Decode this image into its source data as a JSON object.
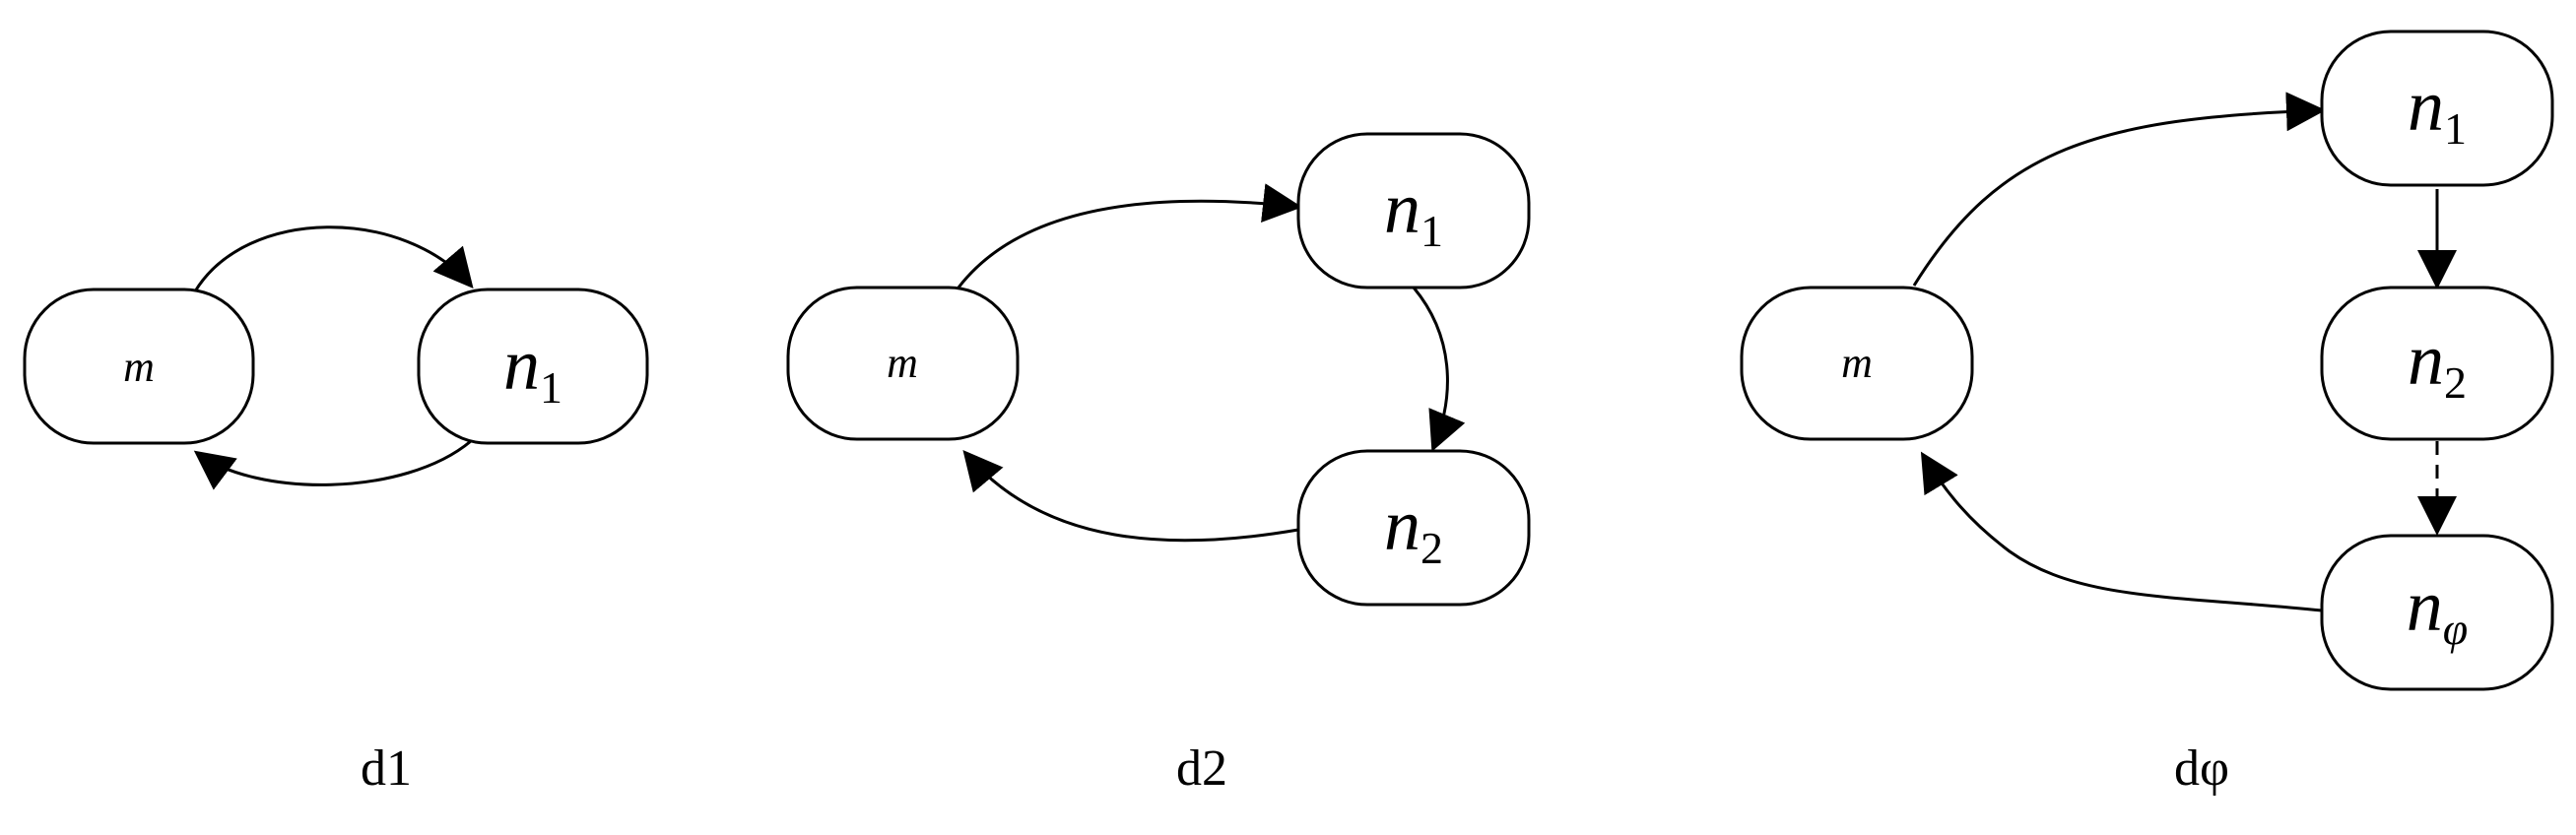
{
  "diagrams": [
    {
      "caption": "d1",
      "nodes": {
        "m": "m",
        "n1": {
          "base": "n",
          "sub": "1"
        }
      }
    },
    {
      "caption": "d2",
      "nodes": {
        "m": "m",
        "n1": {
          "base": "n",
          "sub": "1"
        },
        "n2": {
          "base": "n",
          "sub": "2"
        }
      }
    },
    {
      "caption": "dφ",
      "nodes": {
        "m": "m",
        "n1": {
          "base": "n",
          "sub": "1"
        },
        "n2": {
          "base": "n",
          "sub": "2"
        },
        "nphi": {
          "base": "n",
          "sub": "φ"
        }
      }
    }
  ]
}
